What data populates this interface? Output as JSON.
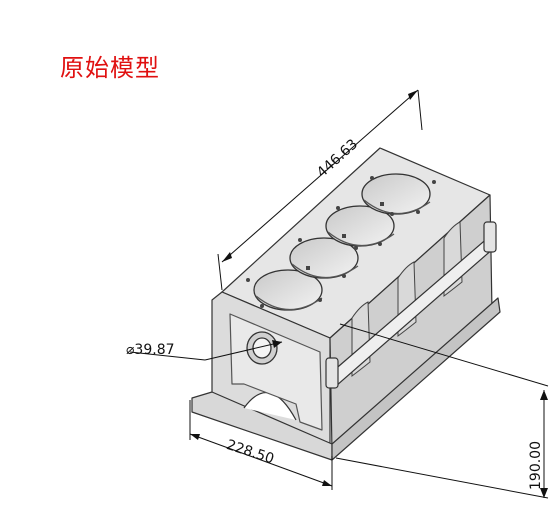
{
  "title": "原始模型",
  "dimensions": {
    "length": "446.63",
    "bore_diameter": "⌀39.87",
    "width": "228.50",
    "height": "190.00"
  }
}
